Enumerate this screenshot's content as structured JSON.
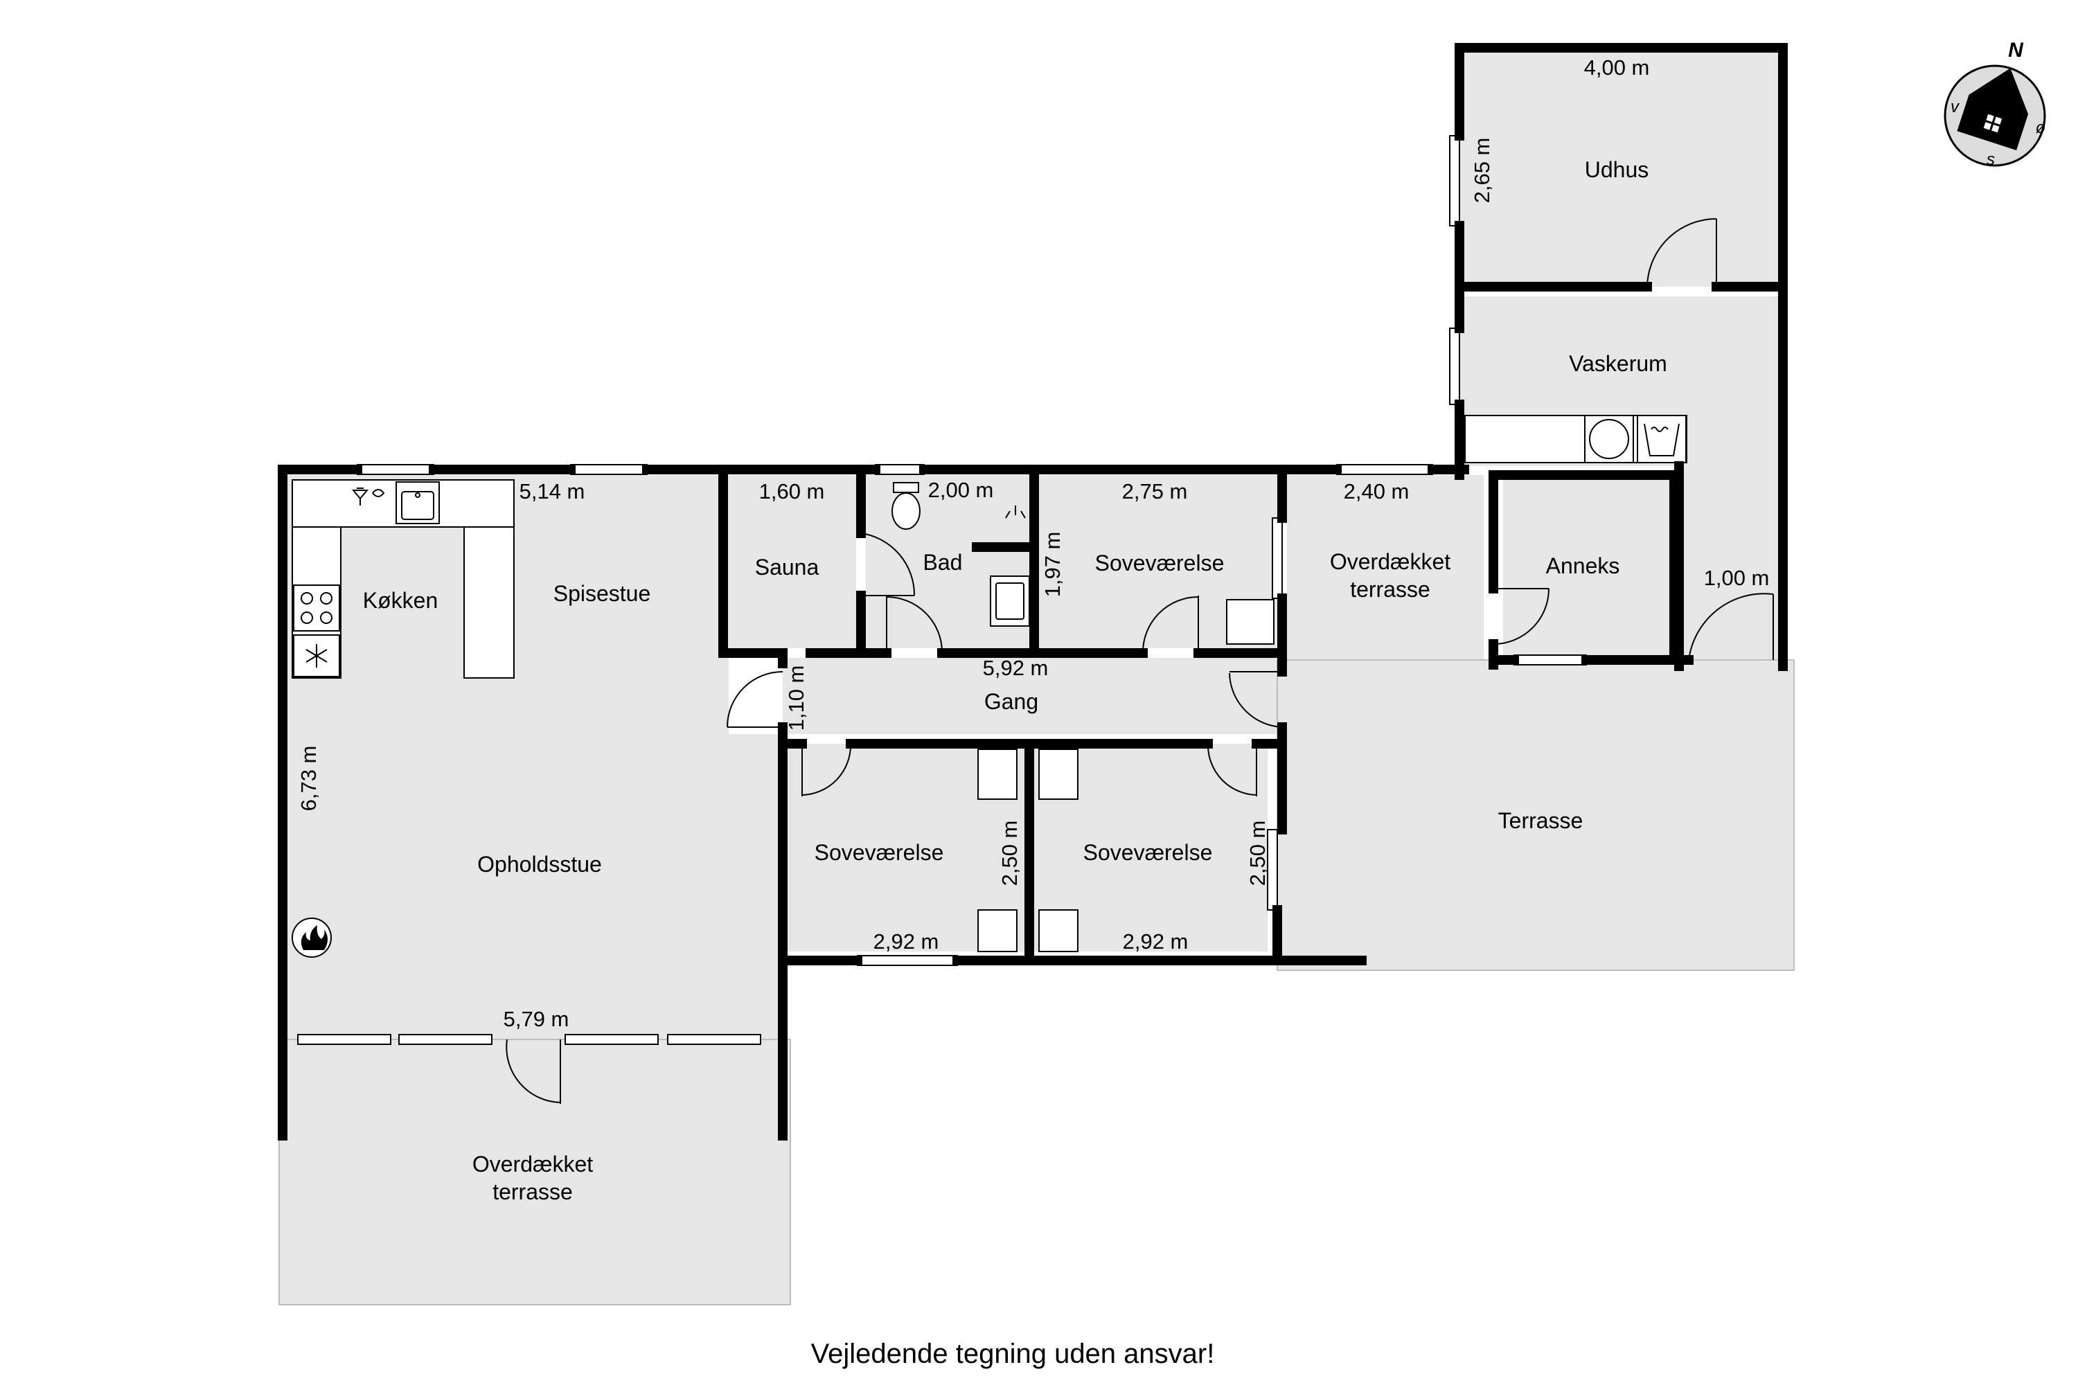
{
  "rooms": {
    "udhus": "Udhus",
    "vaskerum": "Vaskerum",
    "sauna": "Sauna",
    "bad": "Bad",
    "sovevaerelse_1": "Soveværelse",
    "overdaekket_terrasse_1_line1": "Overdækket",
    "overdaekket_terrasse_1_line2": "terrasse",
    "anneks": "Anneks",
    "koekken": "Køkken",
    "spisestue": "Spisestue",
    "gang": "Gang",
    "terrasse": "Terrasse",
    "opholdsstue": "Opholdsstue",
    "sovevaerelse_2": "Soveværelse",
    "sovevaerelse_3": "Soveværelse",
    "overdaekket_terrasse_2_line1": "Overdækket",
    "overdaekket_terrasse_2_line2": "terrasse"
  },
  "dimensions": {
    "udhus_width": "4,00 m",
    "udhus_depth": "2,65 m",
    "spisestue_width": "5,14 m",
    "sauna_width": "1,60 m",
    "bad_width": "2,00 m",
    "bad_depth": "1,97 m",
    "sovevaerelse_1_width": "2,75 m",
    "overdaekket_terrasse_1_width": "2,40 m",
    "anneks_passage_width": "1,00 m",
    "gang_length": "5,92 m",
    "gang_depth": "1,10 m",
    "opholdsstue_depth": "6,73 m",
    "sovevaerelse_2_depth": "2,50 m",
    "sovevaerelse_3_depth": "2,50 m",
    "sovevaerelse_2_width": "2,92 m",
    "sovevaerelse_3_width": "2,92 m",
    "opholdsstue_width": "5,79 m"
  },
  "compass": {
    "n": "N",
    "v": "v",
    "o": "ø",
    "s": "s"
  },
  "footer": "Vejledende tegning uden ansvar!",
  "colors": {
    "floor": "#e6e6e6",
    "wall": "#000000",
    "background": "#ffffff"
  }
}
